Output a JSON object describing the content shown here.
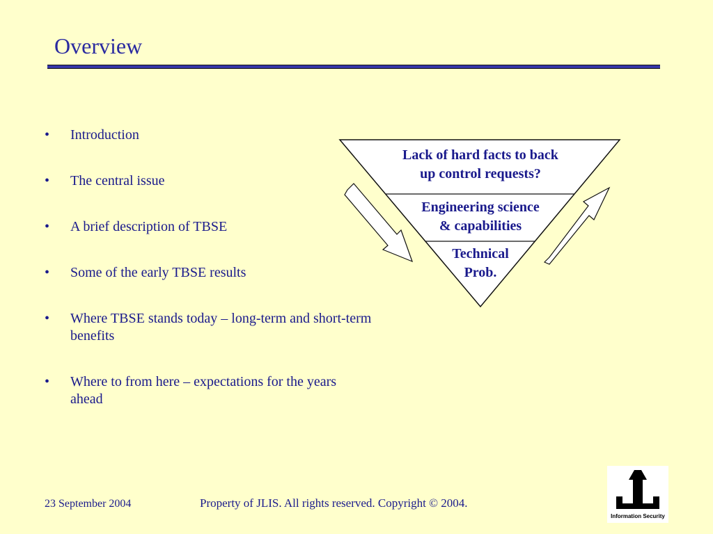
{
  "slide": {
    "title": "Overview"
  },
  "bullets": [
    {
      "marker": "•",
      "text": "Introduction"
    },
    {
      "marker": "•",
      "text": "The central issue"
    },
    {
      "marker": "•",
      "text": "A brief description of TBSE"
    },
    {
      "marker": "•",
      "text": "Some of the early TBSE results"
    },
    {
      "marker": "•",
      "text": "Where TBSE stands today – long-term and short-term benefits"
    },
    {
      "marker": "•",
      "text": "Where to from here – expectations for the years ahead"
    }
  ],
  "diagram": {
    "tiers": [
      {
        "line1": "Lack of hard facts to back",
        "line2": "up control requests?"
      },
      {
        "line1": "Engineering science",
        "line2": "& capabilities"
      },
      {
        "line1": "Technical",
        "line2": "Prob."
      }
    ],
    "arrows": [
      "arrow-down-right-icon",
      "arrow-up-right-icon"
    ]
  },
  "footer": {
    "date": "23 September 2004",
    "copyright": "Property of JLIS.  All rights reserved.  Copyright © 2004.",
    "logo_caption": "Information Security"
  },
  "colors": {
    "background": "#ffffcc",
    "text": "#1a1a8c",
    "title_rule": "#3535a8"
  }
}
